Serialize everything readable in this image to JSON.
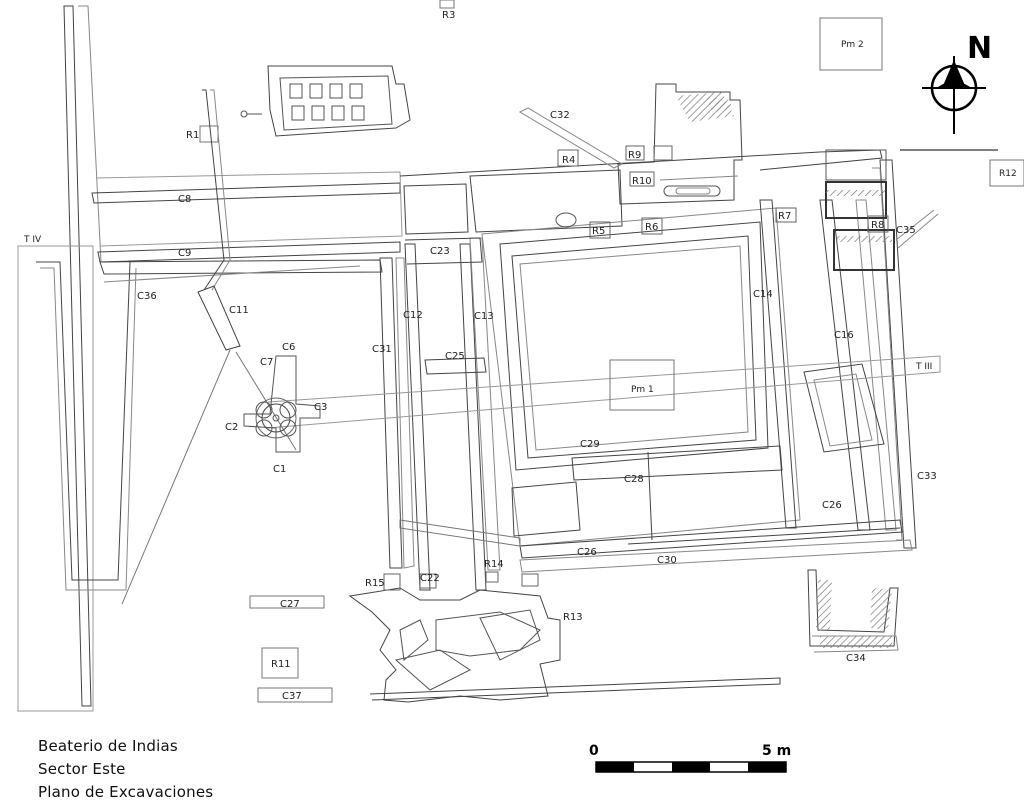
{
  "title_block": {
    "line1": "Beaterio de Indias",
    "line2": "Sector Este",
    "line3": "Plano de Excavaciones"
  },
  "north_arrow": {
    "label": "N"
  },
  "scale_bar": {
    "start_label": "0",
    "end_label": "5 m"
  },
  "labels": {
    "R1": "R1",
    "R3": "R3",
    "R4": "R4",
    "R5": "R5",
    "R6": "R6",
    "R7": "R7",
    "R8": "R8",
    "R9": "R9",
    "R10": "R10",
    "R11": "R11",
    "R12": "R12",
    "R13": "R13",
    "R14": "R14",
    "R15": "R15",
    "C1": "C1",
    "C2": "C2",
    "C3": "C3",
    "C6": "C6",
    "C7": "C7",
    "C8": "C8",
    "C9": "C9",
    "C11": "C11",
    "C12": "C12",
    "C13": "C13",
    "C14": "C14",
    "C16": "C16",
    "C22": "C22",
    "C23": "C23",
    "C25": "C25",
    "C26a": "C26",
    "C26b": "C26",
    "C27": "C27",
    "C28": "C28",
    "C29": "C29",
    "C30": "C30",
    "C31": "C31",
    "C32": "C32",
    "C33": "C33",
    "C34": "C34",
    "C35": "C35",
    "C36": "C36",
    "C37": "C37",
    "Pm1": "Pm 1",
    "Pm2": "Pm 2",
    "TIII": "T III",
    "TIV": "T IV"
  },
  "colors": {
    "line": "#444444",
    "light_line": "#8a8a8a",
    "hatch": "#777777",
    "text": "#222222"
  }
}
